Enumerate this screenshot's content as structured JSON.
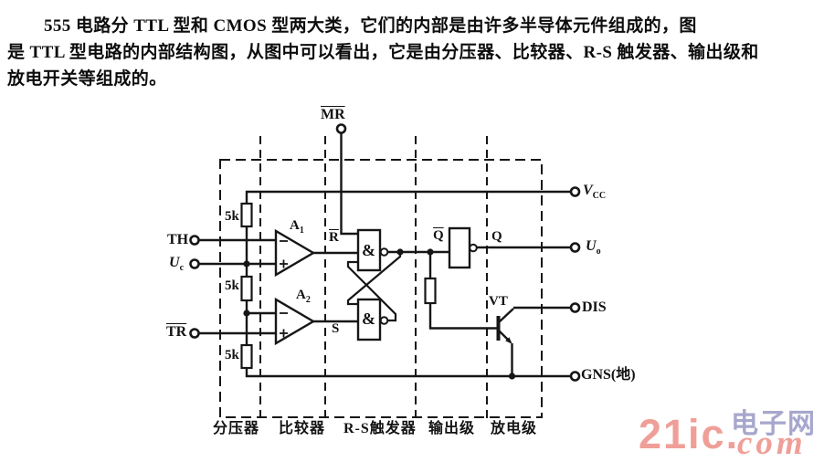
{
  "paragraph": {
    "line1": "555 电路分 TTL 型和 CMOS 型两大类，它们的内部是由许多半导体元件组成的，图",
    "line2": "是 TTL 型电路的内部结构图，从图中可以看出，它是由分压器、比较器、R-S 触发器、输出级和",
    "line3": "放电开关等组成的。"
  },
  "terminals": {
    "mr": "MR",
    "th": "TH",
    "uc_base": "U",
    "uc_sub": "c",
    "tr": "TR",
    "vcc_base": "V",
    "vcc_sub": "CC",
    "uo_base": "U",
    "uo_sub": "o",
    "dis": "DIS",
    "gns": "GNS(地)"
  },
  "components": {
    "a1_base": "A",
    "a1_sub": "1",
    "a2_base": "A",
    "a2_sub": "2",
    "r_bar": "R",
    "s_bar": "S",
    "q_bar": "Q",
    "q": "Q",
    "nand1": "&",
    "nand2": "&",
    "vt": "VT",
    "r1": "5k",
    "r2": "5k",
    "r3": "5k"
  },
  "sections": {
    "divider": "分压器",
    "comparator": "比较器",
    "rs_flipflop": "R-S触发器",
    "output_stage": "输出级",
    "discharge_stage": "放电级"
  },
  "watermark": {
    "brand": "21ic.",
    "cn": "电子网",
    "script": "com"
  },
  "colors": {
    "ink": "#161616",
    "watermark_salmon": "#ef9f98",
    "watermark_lavender": "#a7a7cd",
    "background": "#ffffff"
  }
}
